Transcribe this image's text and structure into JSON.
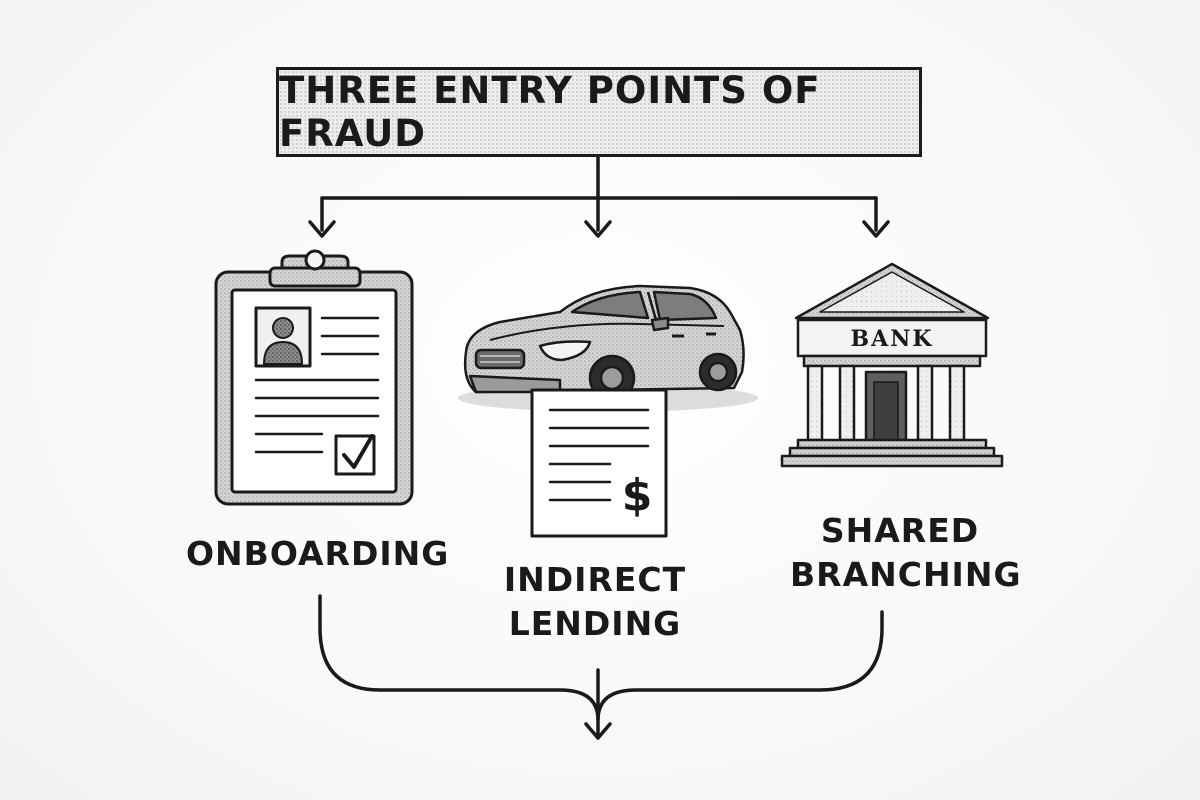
{
  "title": "THREE ENTRY POINTS OF FRAUD",
  "entry_points": [
    {
      "label_lines": [
        "ONBOARDING"
      ],
      "icon": "clipboard-icon"
    },
    {
      "label_lines": [
        "INDIRECT",
        "LENDING"
      ],
      "icon": "car-loan-icon"
    },
    {
      "label_lines": [
        "SHARED",
        "BRANCHING"
      ],
      "icon": "bank-icon"
    }
  ],
  "bank_sign": "BANK",
  "loan_symbol": "$"
}
